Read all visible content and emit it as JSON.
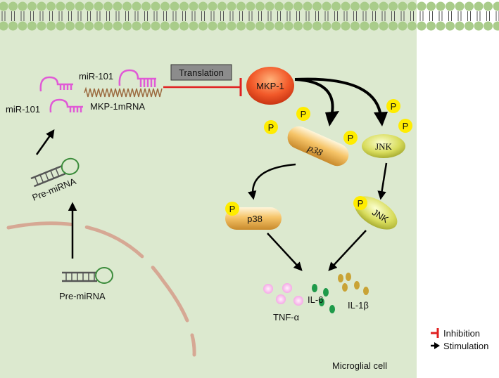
{
  "colors": {
    "cell_bg": "#dce9cf",
    "membrane_head": "#a9cc8a",
    "membrane_tail": "#555555",
    "mirna": "#e05ad6",
    "mrna": "#9b6a3f",
    "inhibition": "#e02020",
    "nucleus": "#d6a894",
    "phospho": "#ffec00",
    "tnf": "#f5a9e6",
    "il6": "#1f9a4a",
    "il1b": "#c9a335",
    "text": "#111111"
  },
  "labels": {
    "mir101_top": "miR-101",
    "mir101_left": "miR-101",
    "mkp1_mrna": "MKP-1mRNA",
    "translation": "Translation",
    "mkp1": "MKP-1",
    "pre_mirna_upper": "Pre-miRNA",
    "pre_mirna_lower": "Pre-miRNA",
    "p38": "p38",
    "jnk": "JNK",
    "p38_phos": "p38",
    "jnk_phos": "JNK",
    "phospho": "P",
    "tnf": "TNF-α",
    "il6": "IL-6",
    "il1b": "IL-1β",
    "cell": "Microglial cell"
  },
  "legend": {
    "inhibition": "Inhibition",
    "stimulation": "Stimulation"
  }
}
